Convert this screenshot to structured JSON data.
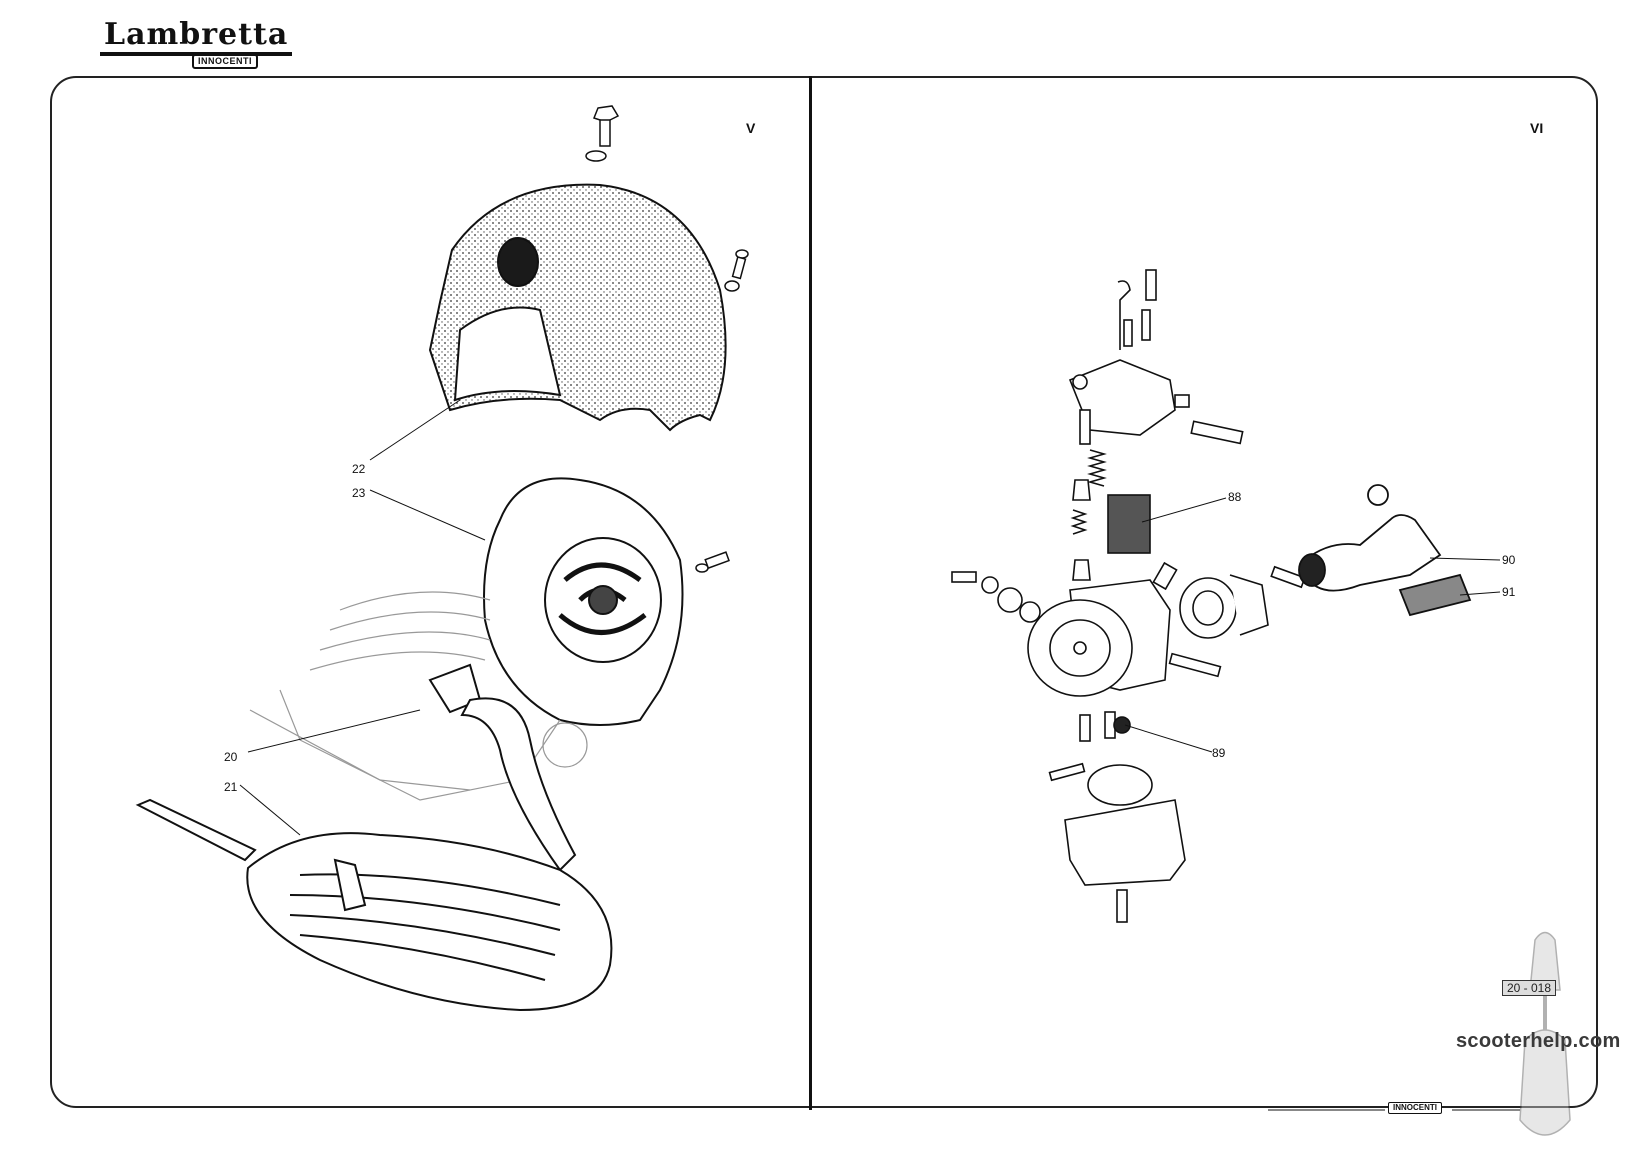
{
  "brand": {
    "name": "Lambretta",
    "maker": "INNOCENTI"
  },
  "panels": [
    {
      "label": "V",
      "callouts": [
        "22",
        "23",
        "20",
        "21"
      ]
    },
    {
      "label": "VI",
      "callouts": [
        "88",
        "90",
        "91",
        "89"
      ]
    }
  ],
  "footer": {
    "badge": "INNOCENTI"
  },
  "watermark": {
    "site": "scooterhelp.com",
    "stamp": "20 - 018"
  }
}
